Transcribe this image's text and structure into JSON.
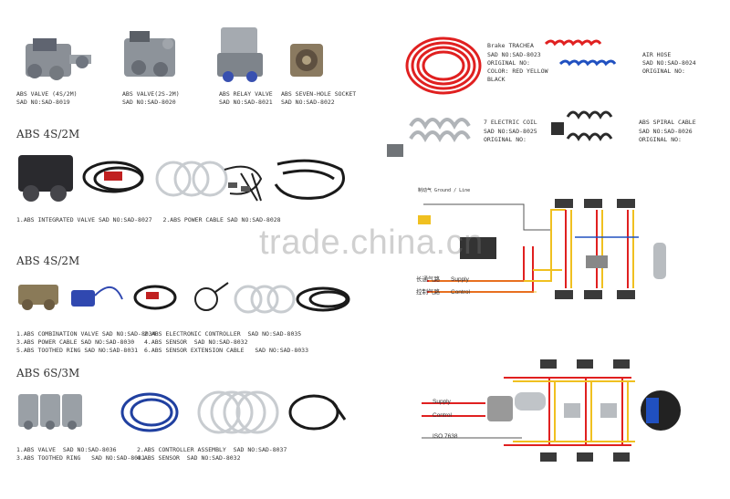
{
  "watermark": "trade.china.cn",
  "top_left": {
    "item1": {
      "line1": "ABS VALVE (4S/2M)",
      "line2": "SAD NO:SAD-8019"
    },
    "item2": {
      "line1": "ABS VALVE(2S-2M)",
      "line2": "SAD NO:SAD-8020"
    },
    "item3": {
      "line1": "ABS RELAY VALVE",
      "line2": "SAD NO:SAD-8021"
    },
    "item4": {
      "line1": "ABS SEVEN-HOLE SOCKET",
      "line2": "SAD NO:SAD-8022"
    }
  },
  "top_right": {
    "item1": {
      "line1": "Brake TRACHEA",
      "line2": "SAD NO:SAD-8023",
      "line3": "ORIGINAL NO:",
      "line4": "COLOR: RED YELLOW",
      "line5": "BLACK"
    },
    "item2": {
      "line1": "AIR HOSE",
      "line2": "SAD NO:SAD-8024",
      "line3": "ORIGINAL NO:"
    },
    "item3": {
      "line1": "7 ELECTRIC COIL",
      "line2": "SAD NO:SAD-8025",
      "line3": "ORIGINAL NO:"
    },
    "item4": {
      "line1": "ABS SPIRAL CABLE",
      "line2": "SAD NO:SAD-8026",
      "line3": "ORIGINAL NO:"
    }
  },
  "section1": {
    "heading": "ABS 4S/2M",
    "caption": "1.ABS INTEGRATED VALVE SAD NO:SAD-8027   2.ABS POWER CABLE SAD NO:SAD-8028"
  },
  "section2": {
    "heading": "ABS 4S/2M",
    "rows": [
      {
        "a": "1.ABS COMBINATION VALVE SAD NO:SAD-8034",
        "b": "2.ABS ELECTRONIC CONTROLLER  SAD NO:SAD-8035"
      },
      {
        "a": "3.ABS POWER CABLE SAD NO:SAD-8030",
        "b": "4.ABS SENSOR  SAD NO:SAD-8032"
      },
      {
        "a": "5.ABS TOOTHED RING SAD NO:SAD-8031",
        "b": "6.ABS SENSOR EXTENSION CABLE   SAD NO:SAD-8033"
      }
    ]
  },
  "section3": {
    "heading": "ABS 6S/3M",
    "rows": [
      {
        "a": "1.ABS VALVE  SAD NO:SAD-8036",
        "b": "2.ABS CONTROLLER ASSEMBLY  SAD NO:SAD-8037"
      },
      {
        "a": "3.ABS TOOTHED RING   SAD NO:SAD-8031",
        "b": "4.ABS SENSOR  SAD NO:SAD-8032"
      }
    ]
  },
  "diagram1": {
    "label_top": "制动气 Ground / Line",
    "supply_cn": "长通气路",
    "supply": "Supply",
    "control_cn": "控制气路",
    "control": "Control"
  },
  "diagram2": {
    "supply": "Supply",
    "control": "Control",
    "iso": "ISO 7638"
  },
  "colors": {
    "red": "#e02020",
    "yellow": "#f0c020",
    "blue": "#2050c0",
    "text": "#333333"
  }
}
